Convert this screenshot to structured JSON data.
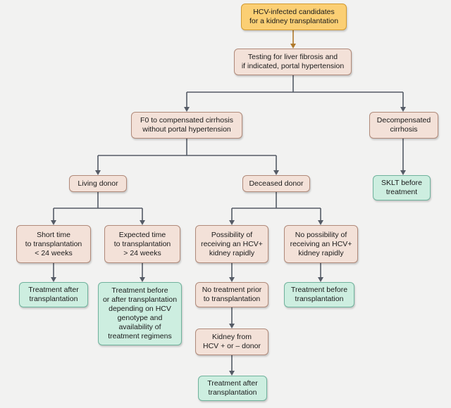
{
  "colors": {
    "start_fill": "#fbcf74",
    "step_fill": "#f3e1d8",
    "treatment_fill": "#cdeee0",
    "first_arrow": "#b07a2c",
    "arrow": "#555b66"
  },
  "nodes": {
    "candidates": "HCV-infected candidates\nfor a kidney transplantation",
    "testing": "Testing for liver fibrosis and\nif indicated, portal hypertension",
    "f0_cirrhosis": "F0 to compensated cirrhosis\nwithout portal hypertension",
    "decompensated": "Decompensated\ncirrhosis",
    "sklt": "SKLT before\ntreatment",
    "living_donor": "Living donor",
    "deceased_donor": "Deceased donor",
    "short_time": "Short time\nto transplantation\n< 24 weeks",
    "expected_time": "Expected time\nto transplantation\n> 24 weeks",
    "possibility": "Possibility of\nreceiving an HCV+\nkidney rapidly",
    "no_possibility": "No possibility of\nreceiving an HCV+\nkidney rapidly",
    "treatment_after_1": "Treatment after\ntransplantation",
    "treatment_before_or_after": "Treatment before\nor after transplantation\ndepending on HCV\ngenotype and\navailability of\ntreatment regimens",
    "no_treatment_prior": "No treatment prior\nto transplantation",
    "treatment_before": "Treatment before\ntransplantation",
    "kidney_from": "Kidney from\nHCV + or – donor",
    "treatment_after_2": "Treatment after\ntransplantation"
  }
}
